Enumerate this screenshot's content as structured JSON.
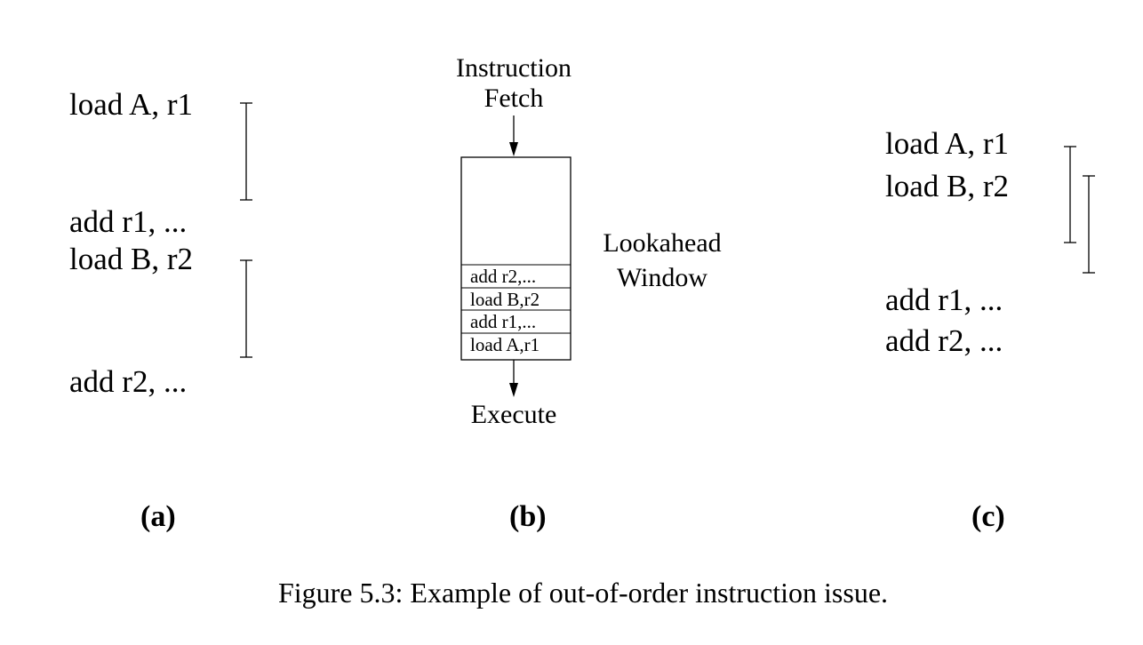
{
  "panel_a": {
    "instructions": [
      "load A, r1",
      "add r1, ...",
      "load B, r2",
      "add r2, ..."
    ],
    "label": "(a)"
  },
  "panel_b": {
    "fetch_label": [
      "Instruction",
      "Fetch"
    ],
    "window_label": [
      "Lookahead",
      "Window"
    ],
    "window_entries": [
      "add r2,...",
      "load B,r2",
      "add r1,...",
      "load A,r1"
    ],
    "execute_label": "Execute",
    "label": "(b)"
  },
  "panel_c": {
    "instructions": [
      "load A, r1",
      "load B, r2",
      "add r1, ...",
      "add r2, ..."
    ],
    "label": "(c)"
  },
  "caption": "Figure 5.3:  Example of out-of-order instruction issue."
}
